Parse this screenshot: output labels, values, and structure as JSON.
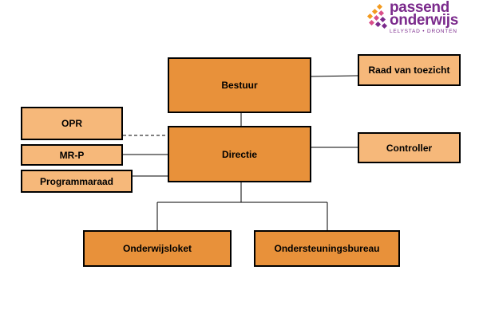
{
  "logo": {
    "line1": "passend",
    "line2": "onderwijs",
    "subtitle": "LELYSTAD • DRONTEN",
    "colors": {
      "purple": "#7b2a8c",
      "orange": "#f39a1e"
    }
  },
  "boxes": {
    "bestuur": "Bestuur",
    "raad": "Raad van toezicht",
    "opr": "OPR",
    "directie": "Directie",
    "controller": "Controller",
    "mrp": "MR-P",
    "programmaraad": "Programmaraad",
    "onderwijsloket": "Onderwijsloket",
    "ondersteuningsbureau": "Ondersteuningsbureau"
  },
  "colors": {
    "dark_box": "#e8913a",
    "light_box": "#f6b87a",
    "line": "#000000"
  }
}
